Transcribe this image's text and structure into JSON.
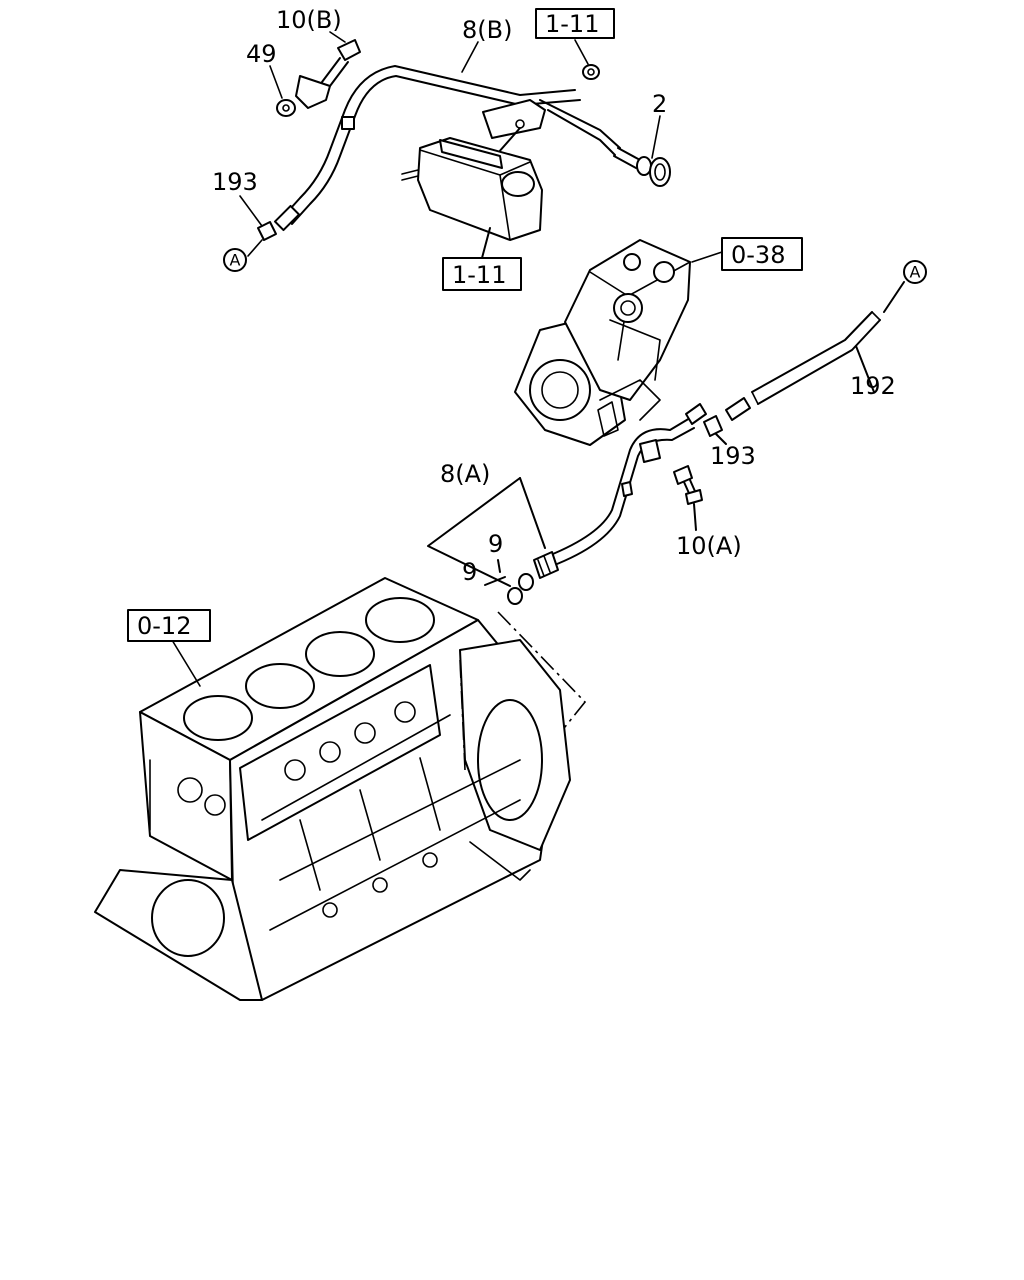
{
  "labels": {
    "bolt_b": "10(B)",
    "nut": "49",
    "pipe_b": "8(B)",
    "ref_box_top": "1-11",
    "gasket": "2",
    "clip_top": "193",
    "ref_box_mid": "1-11",
    "compressor_ref": "0-38",
    "hose": "192",
    "clip_mid": "193",
    "pipe_a": "8(A)",
    "oring_upper": "9",
    "oring_lower": "9",
    "bolt_a": "10(A)",
    "block_ref": "0-12",
    "connector_left": "A",
    "connector_right": "A"
  }
}
